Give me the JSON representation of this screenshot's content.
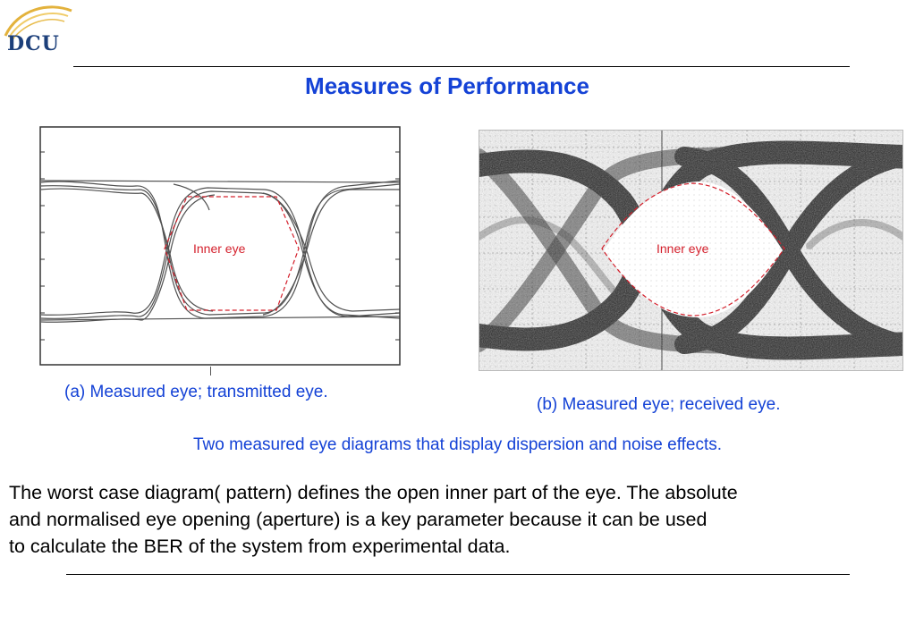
{
  "logo": {
    "text": "DCU"
  },
  "title": "Measures of Performance",
  "figures": {
    "a": {
      "label": "Inner eye",
      "caption": "(a)  Measured eye; transmitted eye."
    },
    "b": {
      "label": "Inner eye",
      "caption": "(b)  Measured eye; received eye."
    }
  },
  "figure_caption": "Two measured eye diagrams that display dispersion and noise effects.",
  "body": [
    "The worst case diagram( pattern) defines the open inner part of the eye.  The absolute",
    "and normalised eye opening (aperture) is a key parameter because it can be used",
    "to calculate the BER of the system from experimental data."
  ],
  "colors": {
    "accent": "#1442d6",
    "inner_eye": "#d4202c",
    "logo": "#1c3f7a"
  }
}
